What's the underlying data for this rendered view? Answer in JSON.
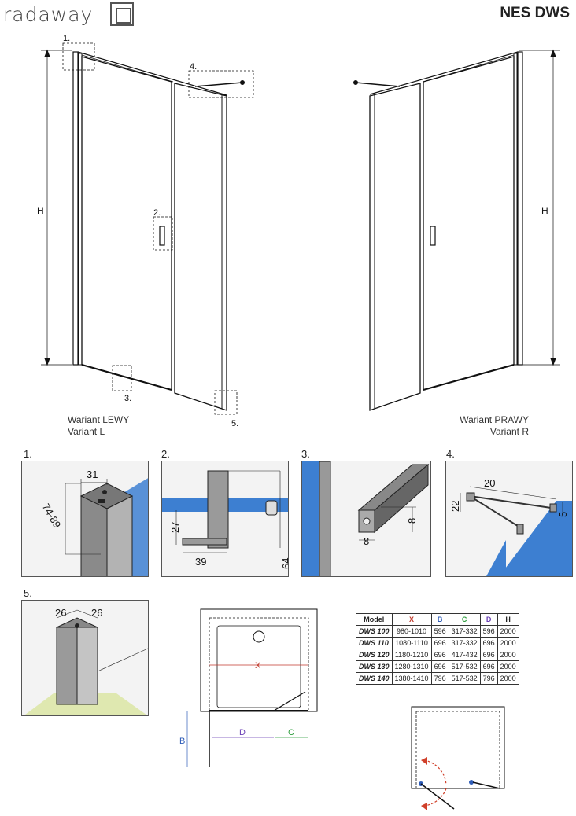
{
  "header": {
    "brand": "radaway",
    "model": "NES DWS"
  },
  "main": {
    "h_label": "H",
    "variant_left": {
      "line1": "Wariant LEWY",
      "line2": "Variant L"
    },
    "variant_right": {
      "line1": "Wariant PRAWY",
      "line2": "Variant R"
    },
    "callouts": [
      "1.",
      "2.",
      "3.",
      "4.",
      "5."
    ]
  },
  "details": {
    "d1": {
      "num": "1.",
      "dim_a": "31",
      "dim_b": "74-89"
    },
    "d2": {
      "num": "2.",
      "dim_a": "27",
      "dim_b": "39",
      "dim_c": "64"
    },
    "d3": {
      "num": "3.",
      "dim_a": "8",
      "dim_b": "8"
    },
    "d4": {
      "num": "4.",
      "dim_a": "20",
      "dim_b": "22",
      "dim_c": "5"
    },
    "d5": {
      "num": "5.",
      "dim_a": "26",
      "dim_b": "26"
    }
  },
  "plan": {
    "x": "X",
    "b": "B",
    "d": "D",
    "c": "C"
  },
  "table": {
    "headers": [
      "Model",
      "X",
      "B",
      "C",
      "D",
      "H"
    ],
    "rows": [
      [
        "DWS 100",
        "980-1010",
        "596",
        "317-332",
        "596",
        "2000"
      ],
      [
        "DWS 110",
        "1080-1110",
        "696",
        "317-332",
        "696",
        "2000"
      ],
      [
        "DWS 120",
        "1180-1210",
        "696",
        "417-432",
        "696",
        "2000"
      ],
      [
        "DWS 130",
        "1280-1310",
        "696",
        "517-532",
        "696",
        "2000"
      ],
      [
        "DWS 140",
        "1380-1410",
        "796",
        "517-532",
        "796",
        "2000"
      ]
    ]
  },
  "colors": {
    "glass": "#3d7fd1",
    "x": "#c0392b",
    "b": "#2e5cb8",
    "c": "#2e9e3e",
    "d": "#6a3fb5",
    "swing": "#d0402a",
    "floor": "#dfe8b0"
  }
}
